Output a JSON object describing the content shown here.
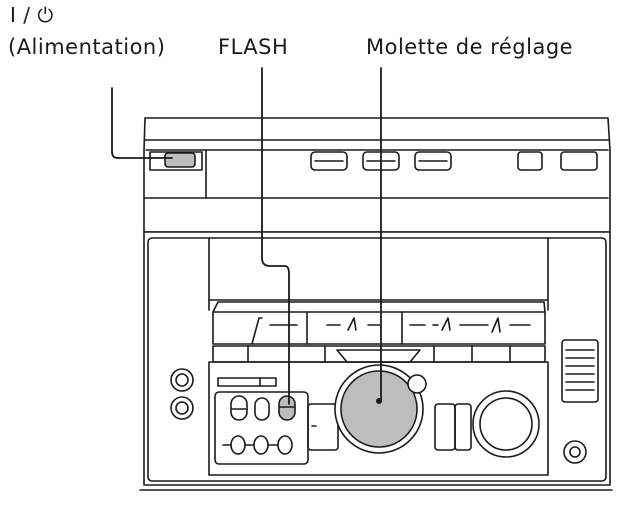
{
  "labels": {
    "power_symbol": "I / ⏻",
    "power_name": "(Alimentation)",
    "flash": "FLASH",
    "jog_dial": "Molette de réglage"
  },
  "colors": {
    "line": "#1a1a1a",
    "highlight": "#bdbdbd",
    "body": "#ffffff"
  }
}
